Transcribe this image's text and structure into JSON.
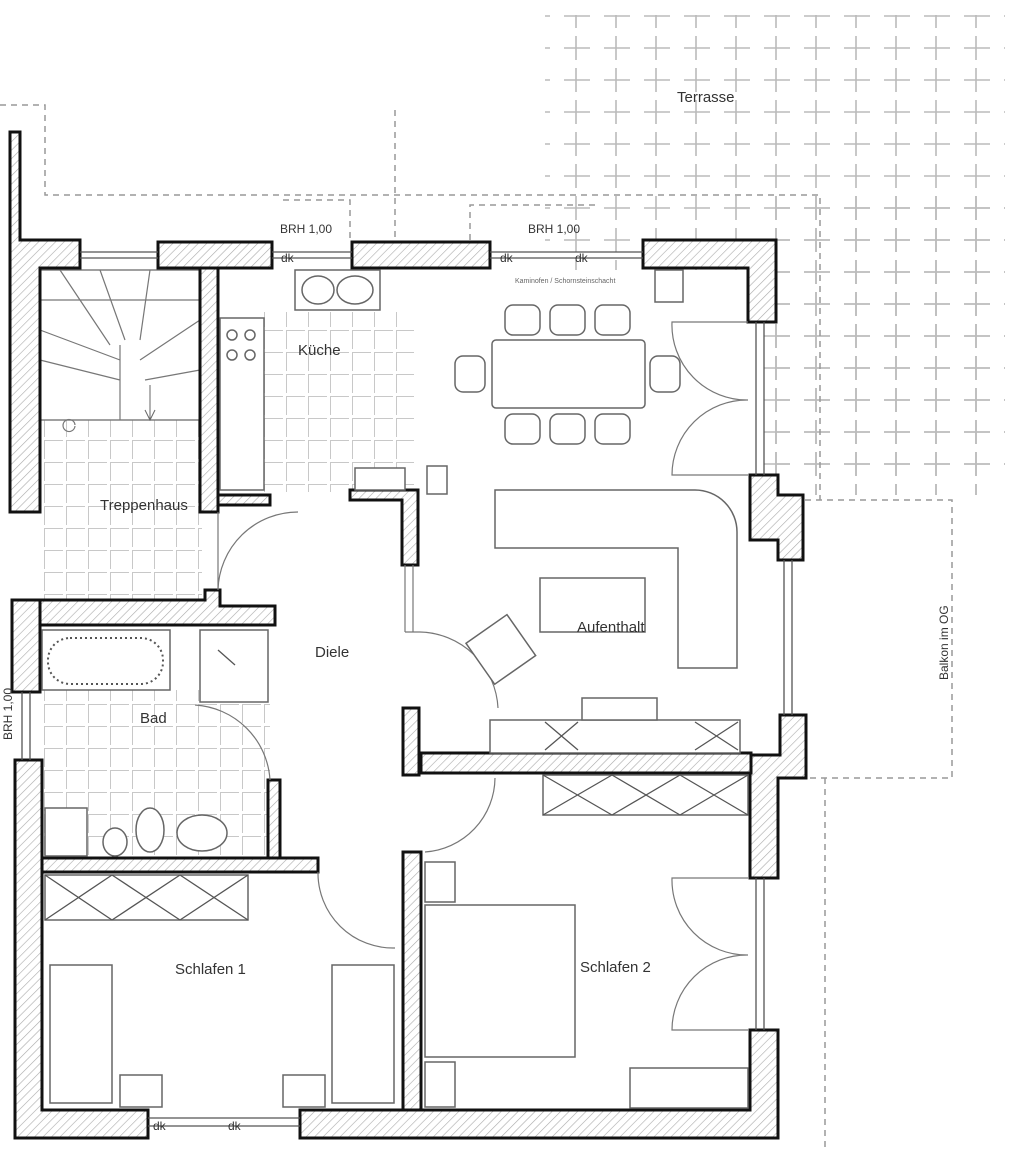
{
  "rooms": {
    "terrace": "Terrasse",
    "kitchen": "Küche",
    "stairwell": "Treppenhaus",
    "hall": "Diele",
    "living": "Aufenthalt",
    "bath": "Bad",
    "bedroom1": "Schlafen 1",
    "bedroom2": "Schlafen 2",
    "balcony": "Balkon im OG"
  },
  "annotations": {
    "sill_height_1": "BRH 1,00",
    "sill_height_2": "BRH 1,00",
    "sill_height_left": "BRH 1,00",
    "dk": "dk"
  },
  "colors": {
    "wall_stroke": "#111111",
    "line": "#555555"
  }
}
